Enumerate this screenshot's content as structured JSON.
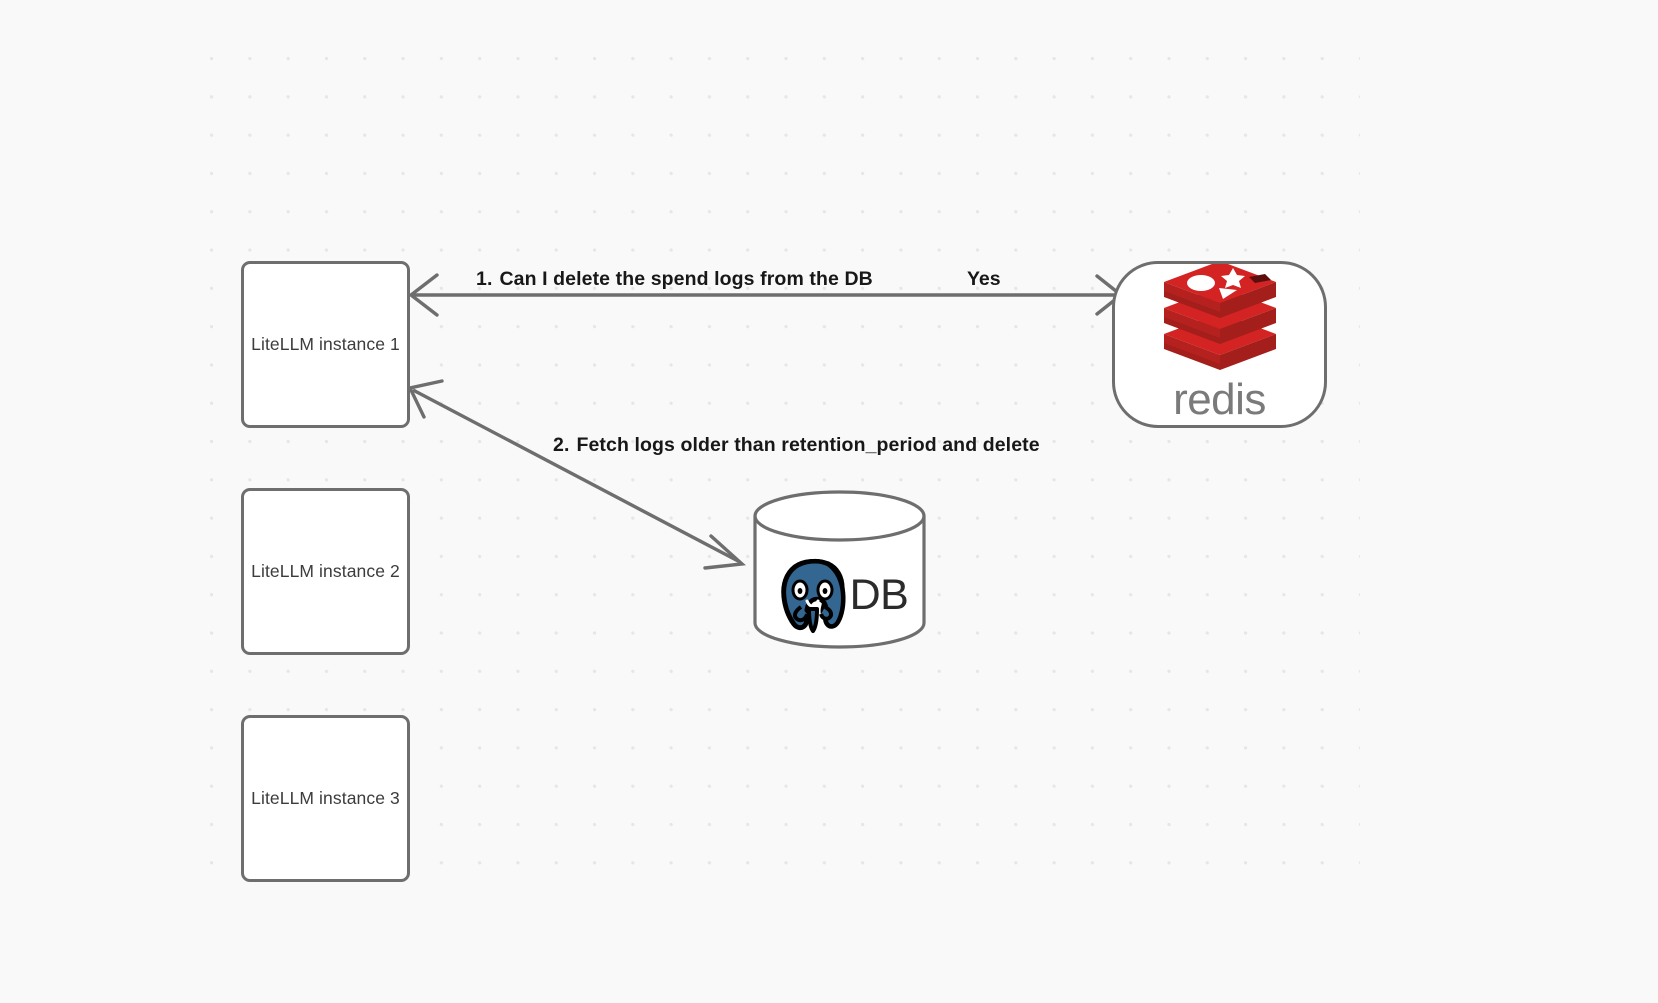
{
  "diagram": {
    "background_color": "#f9f9f9",
    "grid_dot_color": "#e6e6e6",
    "node_border_color": "#6e6e6e",
    "edge_color": "#6e6e6e"
  },
  "nodes": {
    "instances": [
      {
        "id": "litellm-1",
        "label": "LiteLLM instance 1"
      },
      {
        "id": "litellm-2",
        "label": "LiteLLM instance 2"
      },
      {
        "id": "litellm-3",
        "label": "LiteLLM instance 3"
      }
    ],
    "redis": {
      "id": "redis",
      "label": "redis",
      "icon": "redis-logo-icon",
      "brand_color": "#d32322",
      "wordmark_color": "#7a7a7a"
    },
    "database": {
      "id": "db",
      "label": "DB",
      "icon": "postgresql-elephant-icon",
      "brand_color": "#336791",
      "shape": "cylinder"
    }
  },
  "edges": [
    {
      "id": "edge-redis-litellm1",
      "from": "litellm-1",
      "to": "redis",
      "direction": "bidirectional",
      "label_request": "1.",
      "label_request_text": "Can I delete the spend logs from the DB",
      "label_response": "Yes"
    },
    {
      "id": "edge-litellm1-db",
      "from": "litellm-1",
      "to": "db",
      "direction": "bidirectional",
      "label_step": "2.",
      "label_text": "Fetch logs older than retention_period and delete"
    }
  ],
  "labels": {
    "step1_number": "1.",
    "step1_text": "Can I delete the spend logs from the DB",
    "yes": "Yes",
    "step2_number": "2.",
    "step2_text": "Fetch logs older than retention_period and delete"
  }
}
